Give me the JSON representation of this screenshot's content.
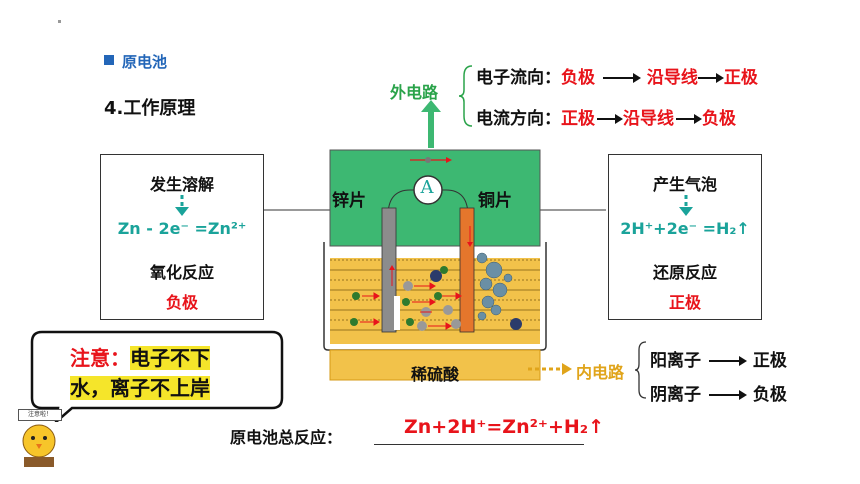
{
  "section_heading": "原电池",
  "subheading": "4.工作原理",
  "external_circuit": {
    "label": "外电路",
    "electron_flow": {
      "label": "电子流向：",
      "from": "负极",
      "via": "沿导线",
      "to": "正极"
    },
    "current_flow": {
      "label": "电流方向：",
      "from": "正极",
      "via": "沿导线",
      "to": "负极"
    }
  },
  "left_box": {
    "line1": "发生溶解",
    "equation": "Zn - 2e⁻ =Zn²⁺",
    "line3": "氧化反应",
    "line4": "负极"
  },
  "right_box": {
    "line1": "产生气泡",
    "equation": "2H⁺+2e⁻ =H₂↑",
    "line3": "还原反应",
    "line4": "正极"
  },
  "apparatus": {
    "ammeter": "A",
    "left_electrode": "锌片",
    "right_electrode": "铜片",
    "electrolyte": "稀硫酸"
  },
  "internal_circuit": {
    "label": "内电路",
    "cation": {
      "label": "阳离子",
      "to": "正极"
    },
    "anion": {
      "label": "阴离子",
      "to": "负极"
    }
  },
  "note": {
    "line1_prefix": "注意：",
    "line1_rest": "电子不下",
    "line2": "水，离子不上岸"
  },
  "mascot_sign": "注意啦！",
  "total_reaction": {
    "label": "原电池总反应：",
    "equation": "Zn+2H⁺=Zn²⁺+H₂↑"
  },
  "colors": {
    "red": "#e8141b",
    "teal": "#1aa39a",
    "green": "#2aa34a",
    "gold": "#e0a41a",
    "beaker_top": "#3db872",
    "solution": "#f2c24a"
  }
}
